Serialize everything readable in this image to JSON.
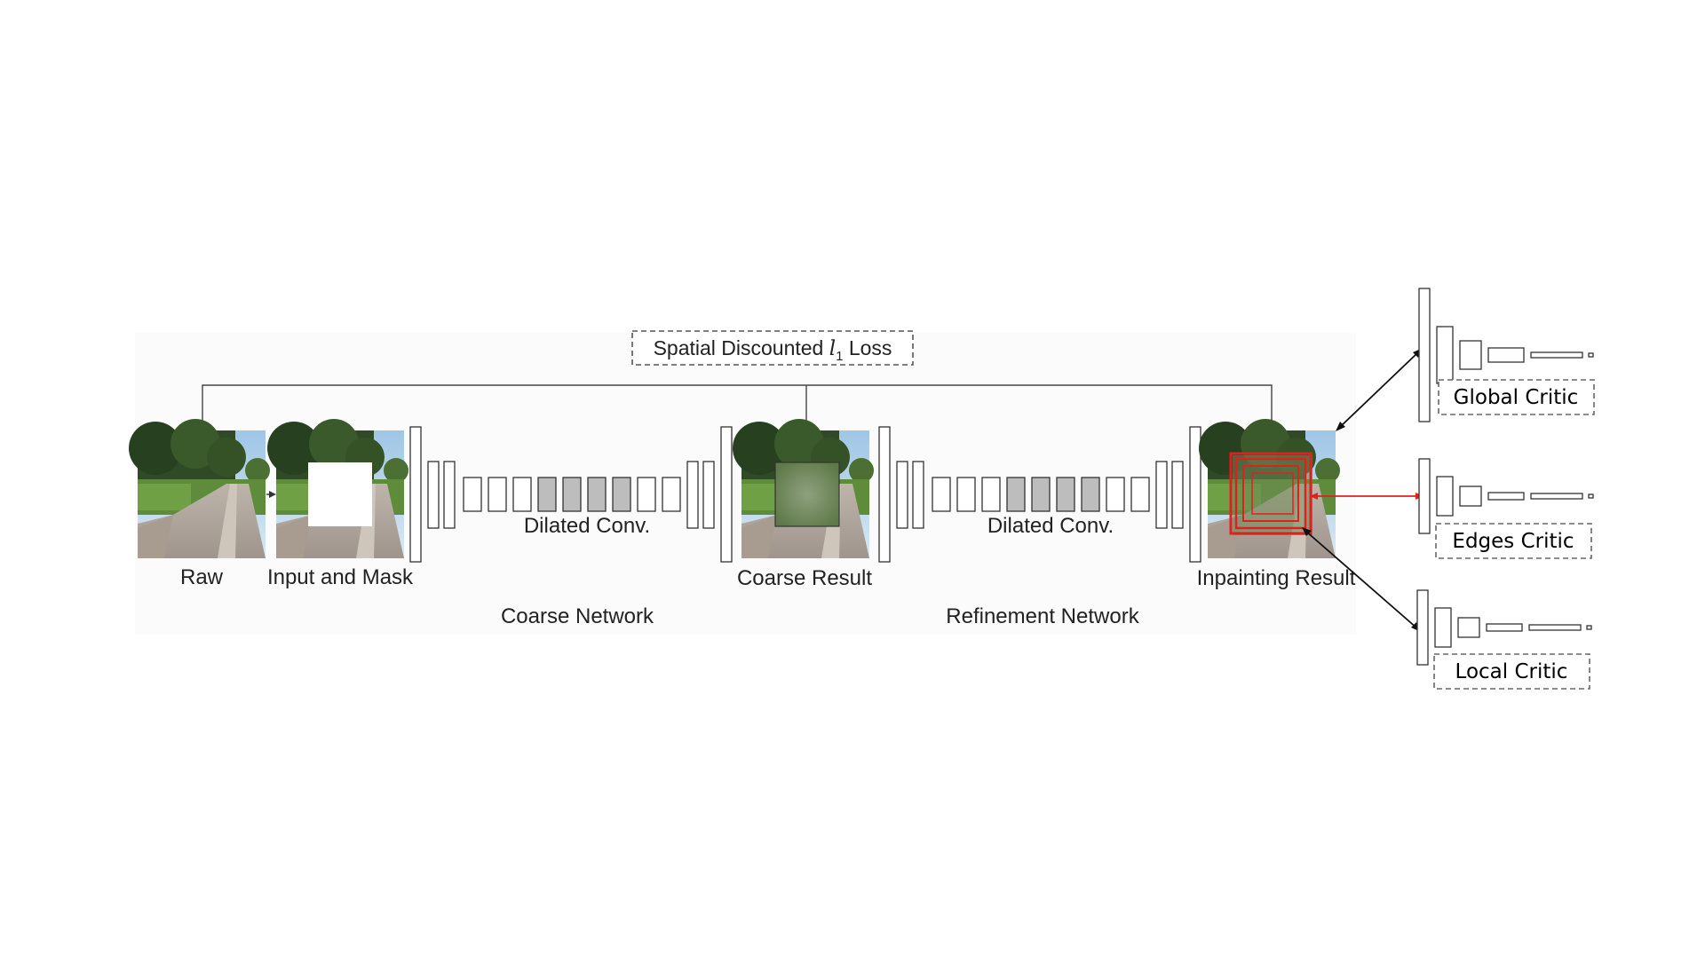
{
  "loss": {
    "prefix": "Spatial Discounted ",
    "symbol": "l",
    "subscript": "1",
    "suffix": " Loss"
  },
  "images": {
    "raw": "Raw",
    "input_mask": "Input and Mask",
    "coarse_result": "Coarse Result",
    "inpainting_result": "Inpainting Result"
  },
  "networks": {
    "coarse": "Coarse Network",
    "refinement": "Refinement Network",
    "dilated_1": "Dilated Conv.",
    "dilated_2": "Dilated Conv."
  },
  "critics": {
    "global": "Global Critic",
    "edges": "Edges Critic",
    "local": "Local Critic"
  },
  "colors": {
    "highlight_red": "#e02020",
    "dilated_fill": "#bdbdbd",
    "panel_bg": "#f7f7f7"
  }
}
